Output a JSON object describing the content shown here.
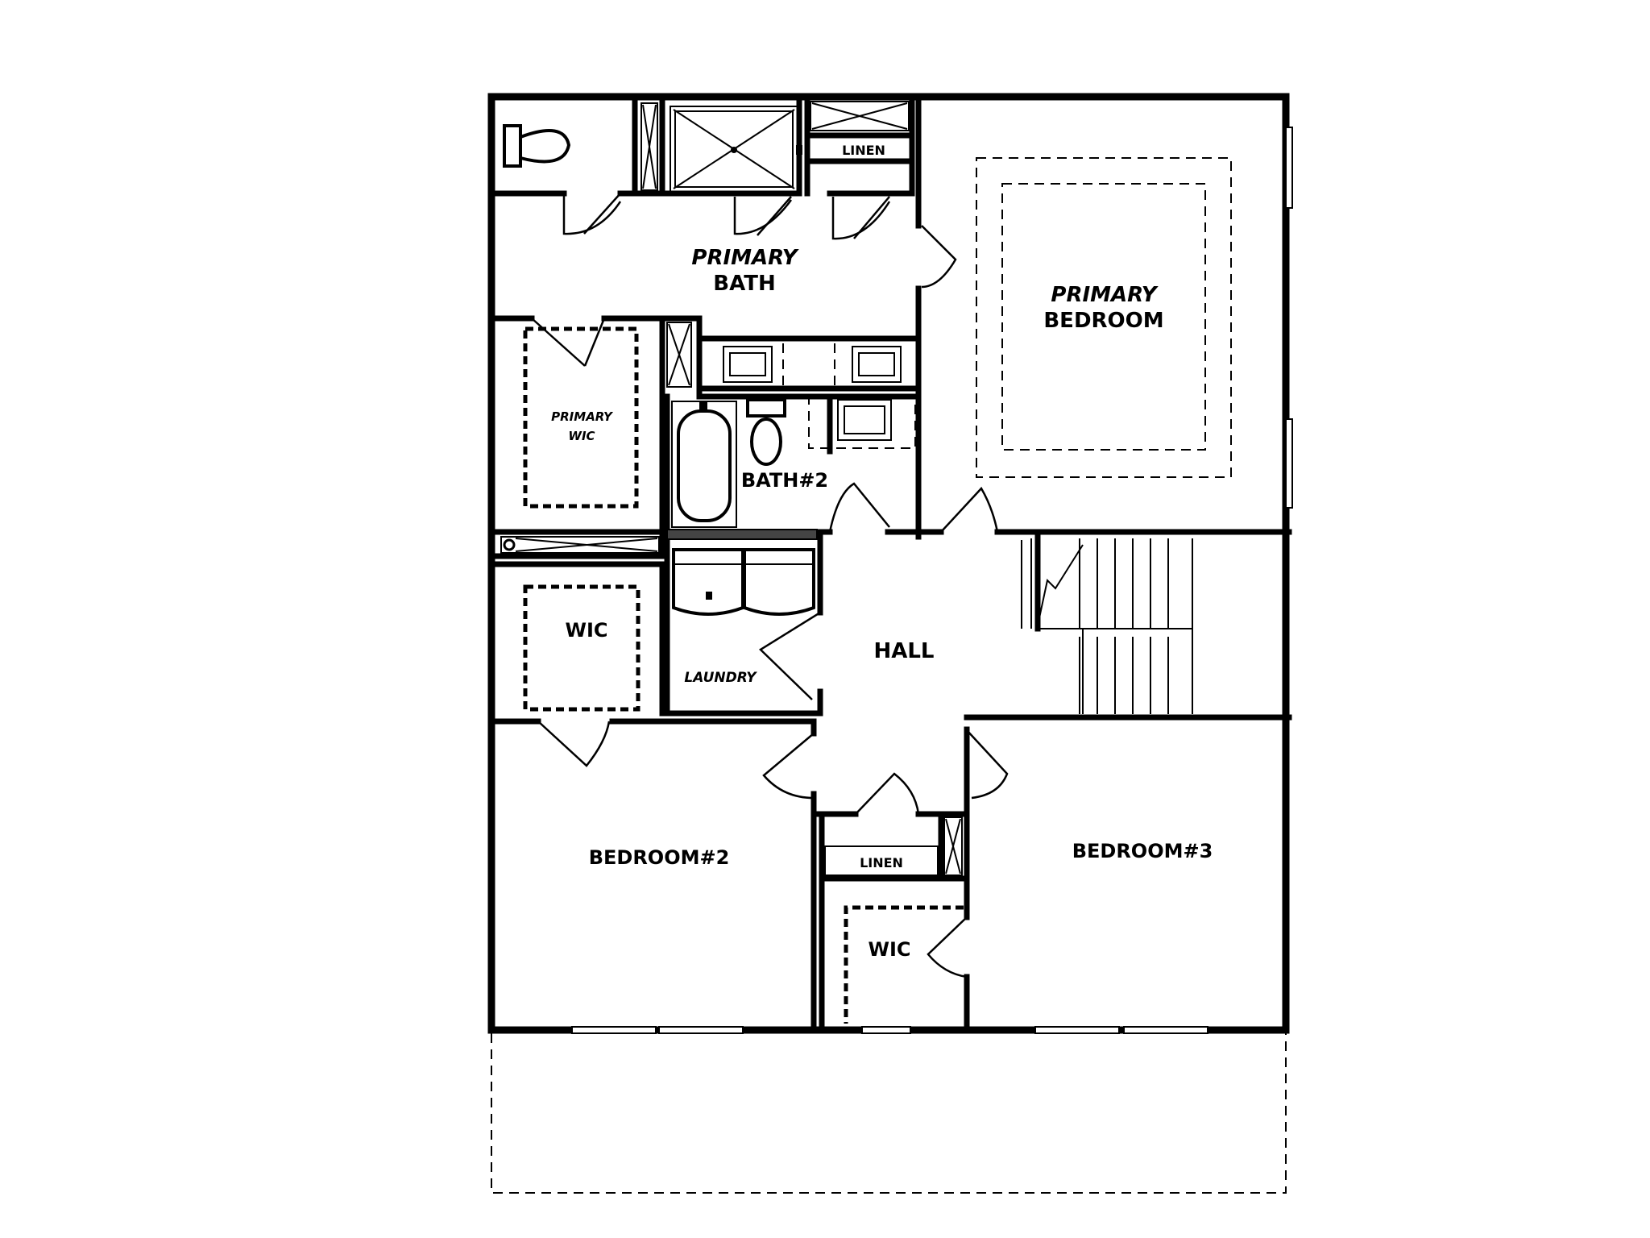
{
  "rooms": {
    "primary_bath": [
      "PRIMARY",
      "BATH"
    ],
    "primary_bedroom": [
      "PRIMARY",
      "BEDROOM"
    ],
    "primary_wic": [
      "PRIMARY",
      "WIC"
    ],
    "bath2": "BATH#2",
    "linen_top": "LINEN",
    "linen_mid": "LINEN",
    "wic_left": "WIC",
    "wic_lower": "WIC",
    "laundry": "LAUNDRY",
    "hall": "HALL",
    "bedroom2": "BEDROOM#2",
    "bedroom3": "BEDROOM#3"
  }
}
